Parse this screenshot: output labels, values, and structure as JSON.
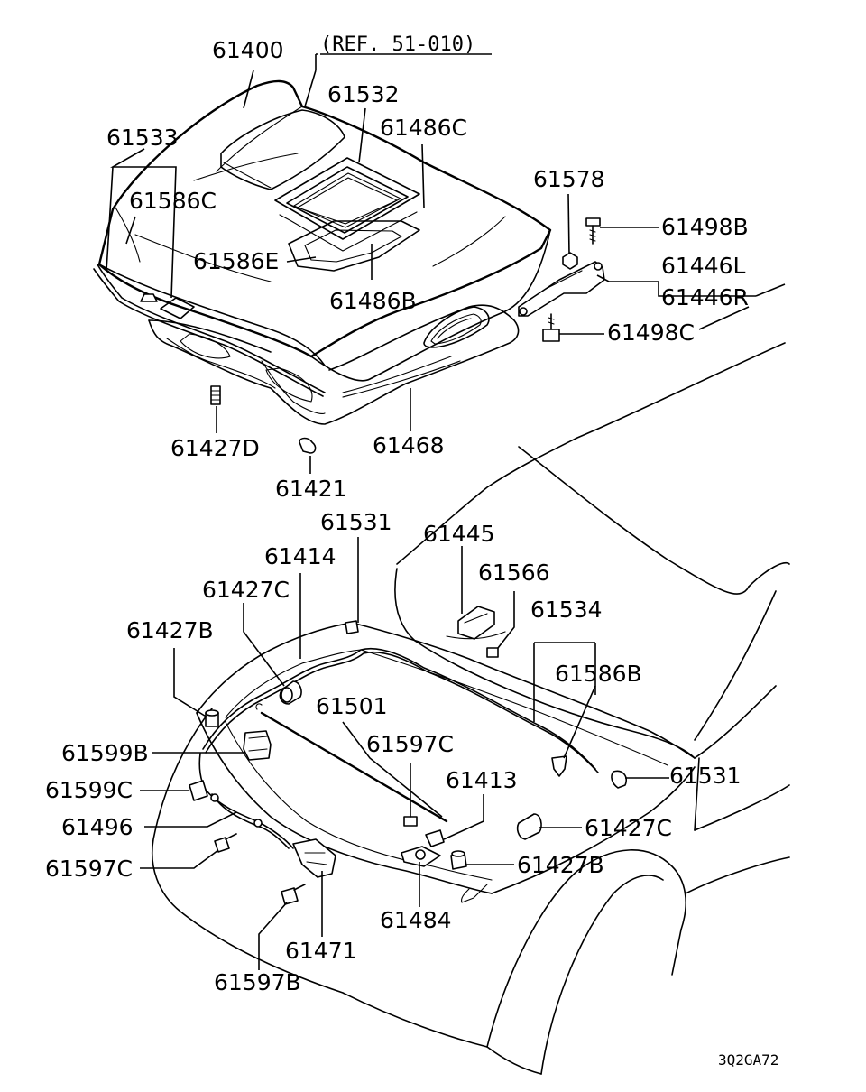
{
  "diagram": {
    "reference_note": "(REF. 51-010)",
    "drawing_code": "3Q2GA72",
    "parts": {
      "p61400": "61400",
      "p61532": "61532",
      "p61533": "61533",
      "p61486C": "61486C",
      "p61586C": "61586C",
      "p61578": "61578",
      "p61498B": "61498B",
      "p61586E": "61586E",
      "p61446L": "61446L",
      "p61446R": "61446R",
      "p61486B": "61486B",
      "p61498C": "61498C",
      "p61427D": "61427D",
      "p61468": "61468",
      "p61421": "61421",
      "p61531_top": "61531",
      "p61445": "61445",
      "p61414": "61414",
      "p61566": "61566",
      "p61427C_left": "61427C",
      "p61534": "61534",
      "p61427B_left": "61427B",
      "p61586B": "61586B",
      "p61501": "61501",
      "p61599B": "61599B",
      "p61597C_top": "61597C",
      "p61531_right": "61531",
      "p61599C": "61599C",
      "p61413": "61413",
      "p61496": "61496",
      "p61427C_right": "61427C",
      "p61597C_left": "61597C",
      "p61427B_right": "61427B",
      "p61484": "61484",
      "p61471": "61471",
      "p61597B": "61597B"
    }
  }
}
